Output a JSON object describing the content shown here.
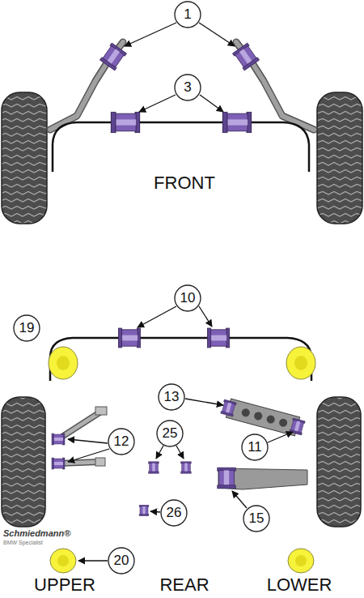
{
  "diagram": {
    "nodes": [
      {
        "text": [
          "1"
        ]
      },
      {
        "text": [
          "3"
        ]
      },
      {
        "text": [
          "19"
        ]
      },
      {
        "text": [
          "10"
        ]
      },
      {
        "text": [
          "13"
        ]
      },
      {
        "text": [
          "25"
        ]
      },
      {
        "text": [
          "12"
        ]
      },
      {
        "text": [
          "11"
        ]
      },
      {
        "text": [
          "26"
        ]
      },
      {
        "text": [
          "15"
        ]
      },
      {
        "text": [
          "20"
        ]
      }
    ],
    "labels": [
      "FRONT",
      "Schmiedmann®",
      "BMW Specialist",
      "UPPER",
      "REAR",
      "LOWER"
    ]
  }
}
